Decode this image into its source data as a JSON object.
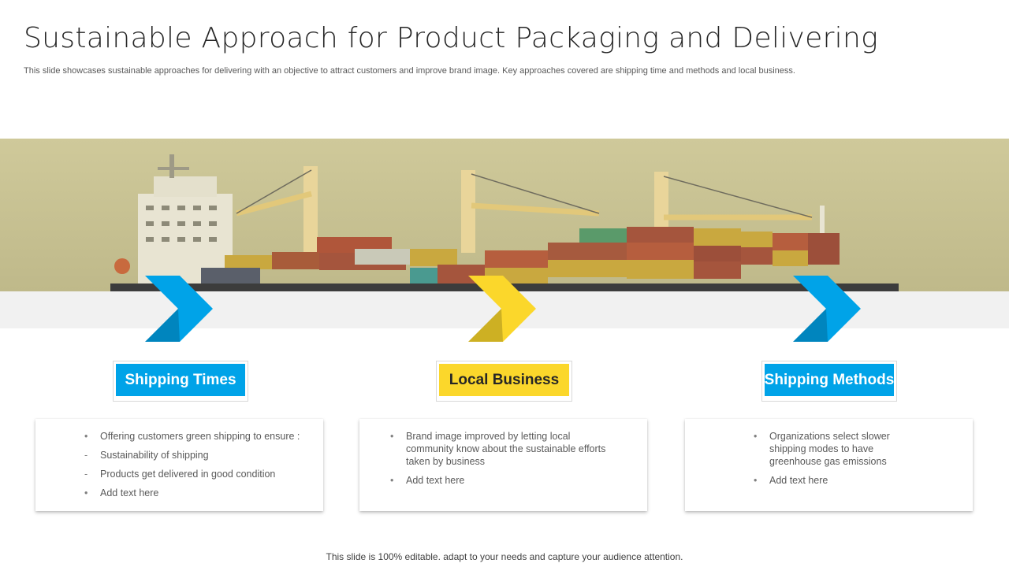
{
  "title": "Sustainable Approach for Product Packaging and Delivering",
  "subtitle": "This slide showcases sustainable approaches for delivering with an objective to attract customers and improve brand image. Key approaches covered are shipping time and methods and local business.",
  "banner": {
    "image": "cargo-ship-photo"
  },
  "steps": [
    {
      "label": "Shipping Times",
      "color": "#00a3e8",
      "bullets": [
        {
          "marker": "dot",
          "text": "Offering  customers green shipping to ensure :"
        },
        {
          "marker": "dash",
          "text": "Sustainability of shipping"
        },
        {
          "marker": "dash",
          "text": "Products get delivered  in good condition"
        },
        {
          "marker": "dot",
          "text": "Add text here"
        }
      ]
    },
    {
      "label": "Local Business",
      "color": "#fbd72b",
      "bullets": [
        {
          "marker": "dot",
          "text": "Brand image improved  by letting local community know about the sustainable efforts taken by business"
        },
        {
          "marker": "dot",
          "text": "Add text here"
        }
      ]
    },
    {
      "label": "Shipping Methods",
      "color": "#00a3e8",
      "bullets": [
        {
          "marker": "dot",
          "text": "Organizations select slower shipping modes to have greenhouse  gas emissions"
        },
        {
          "marker": "dot",
          "text": "Add text here"
        }
      ]
    }
  ],
  "footer": "This slide is 100% editable. adapt to your needs and capture your audience attention."
}
